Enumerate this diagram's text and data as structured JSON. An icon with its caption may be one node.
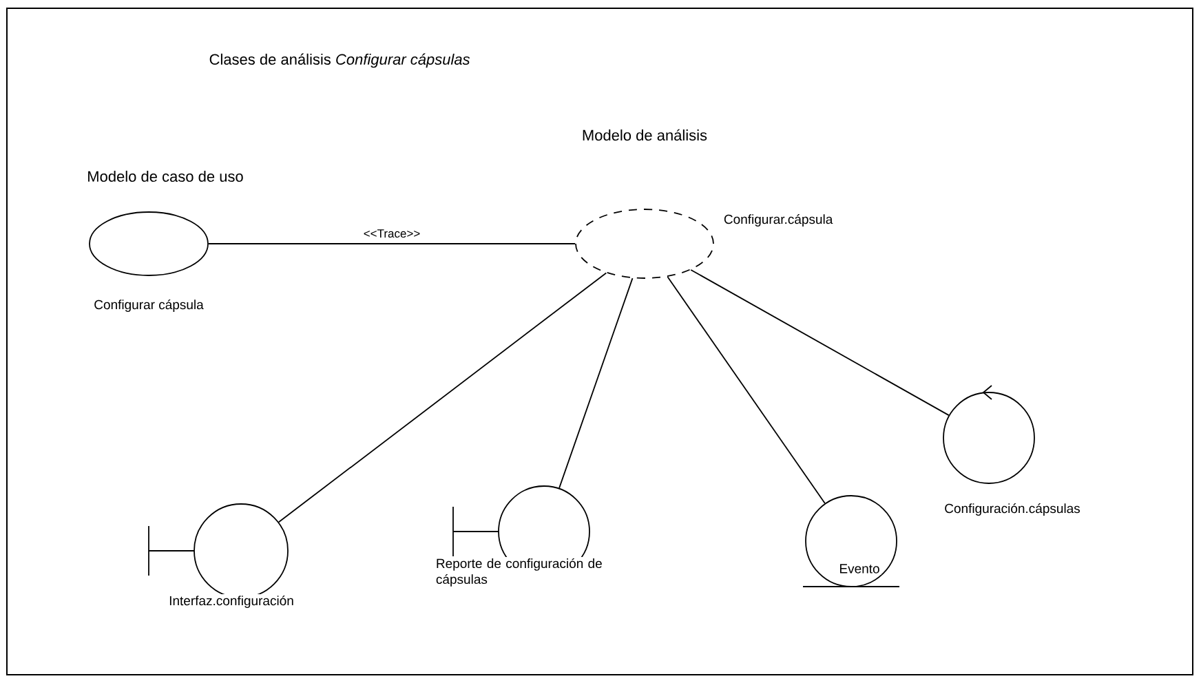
{
  "diagram": {
    "title": "Clases de análisis *Configurar cápsulas*",
    "nodes": [
      {
        "text": [
          "Configurar cápsula"
        ]
      },
      {
        "text": [
          "Configurar.cápsula"
        ]
      },
      {
        "text": [
          "Interfaz.configuración"
        ]
      },
      {
        "text": [
          "Reporte de configuración de cápsulas"
        ]
      },
      {
        "text": [
          "Evento"
        ]
      },
      {
        "text": [
          "Configuración.cápsulas"
        ]
      }
    ],
    "edges": [
      {
        "from": 0,
        "to": 1,
        "arrow": "none",
        "label": "<<Trace>>"
      },
      {
        "from": 1,
        "to": 2,
        "arrow": "none"
      },
      {
        "from": 1,
        "to": 3,
        "arrow": "none"
      },
      {
        "from": 1,
        "to": 4,
        "arrow": "none"
      },
      {
        "from": 1,
        "to": 5,
        "arrow": "none"
      }
    ],
    "labels": [
      "Modelo de caso de uso",
      "Modelo de análisis"
    ]
  }
}
